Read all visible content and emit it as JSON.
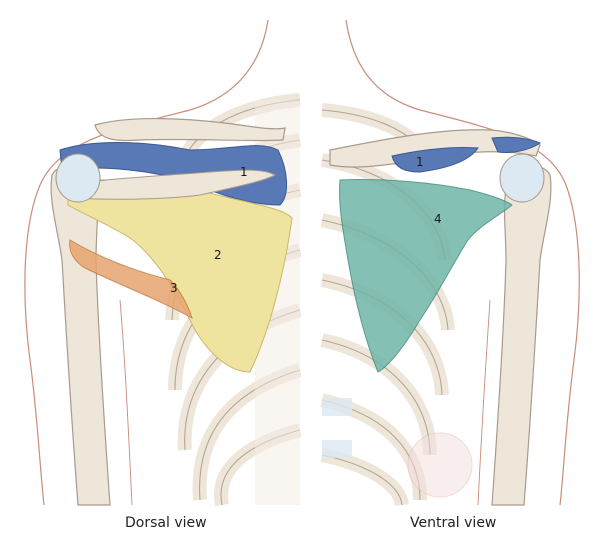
{
  "labels": {
    "l1": "1",
    "l2": "2",
    "l3": "3",
    "r1": "1",
    "r4": "4"
  },
  "captions": {
    "dorsal": "Dorsal view",
    "ventral": "Ventral view"
  },
  "colors": {
    "bone": "#efe6da",
    "bone_stroke": "#a99a8a",
    "blue_muscle": "#5878b6",
    "yellow_muscle": "#efe3a0",
    "orange_muscle": "#e7a56f",
    "teal_muscle": "#6fb6a8",
    "cartilage": "#dce8f2",
    "skin": "#c98d78"
  }
}
